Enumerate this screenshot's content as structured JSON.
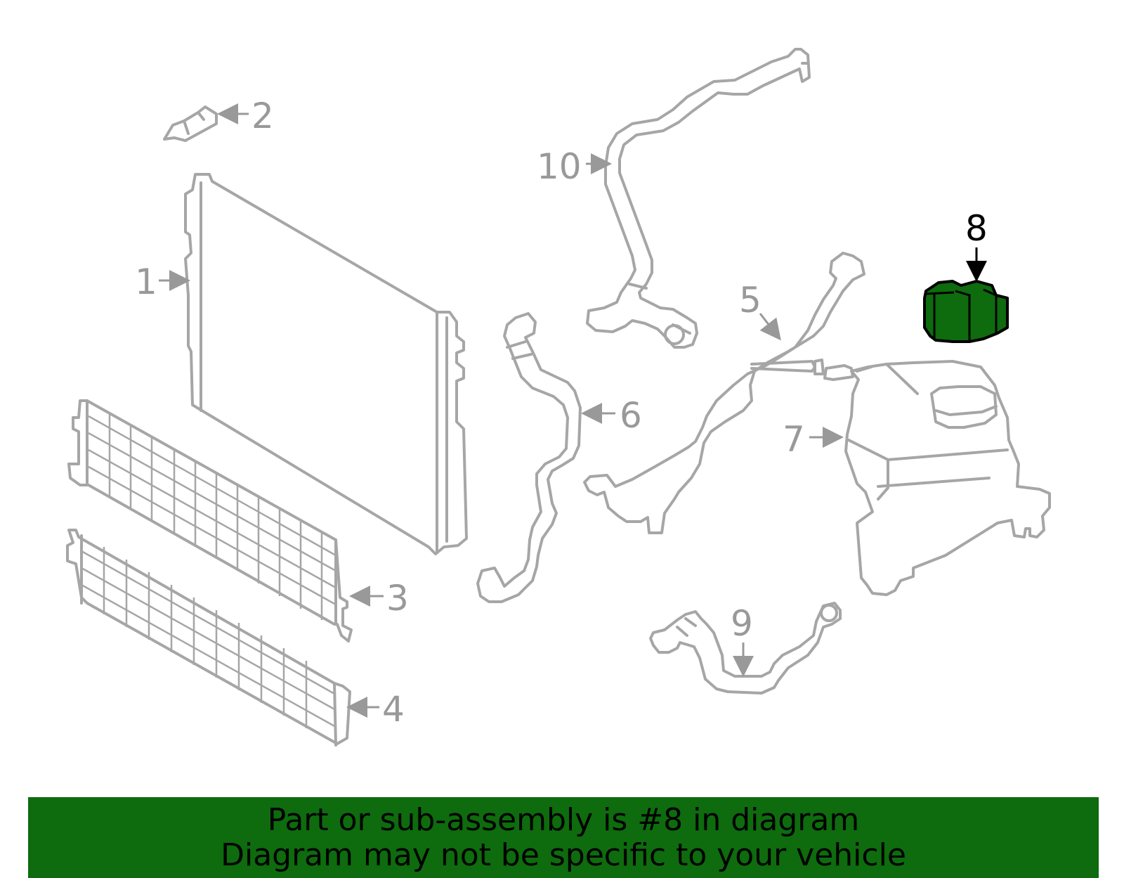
{
  "callouts": [
    {
      "id": "1",
      "active": false
    },
    {
      "id": "2",
      "active": false
    },
    {
      "id": "3",
      "active": false
    },
    {
      "id": "4",
      "active": false
    },
    {
      "id": "5",
      "active": false
    },
    {
      "id": "6",
      "active": false
    },
    {
      "id": "7",
      "active": false
    },
    {
      "id": "8",
      "active": true
    },
    {
      "id": "9",
      "active": false
    },
    {
      "id": "10",
      "active": false
    }
  ],
  "highlight": {
    "part": "8",
    "fill": "#0e6b0e",
    "stroke": "#000000"
  },
  "colors": {
    "linework": "#a6a6a6",
    "callout_gray": "#999999",
    "banner_bg": "#0e6b0e"
  },
  "banner": {
    "line1": "Part or sub-assembly is #8 in diagram",
    "line2": "Diagram may not be specific to your vehicle"
  }
}
